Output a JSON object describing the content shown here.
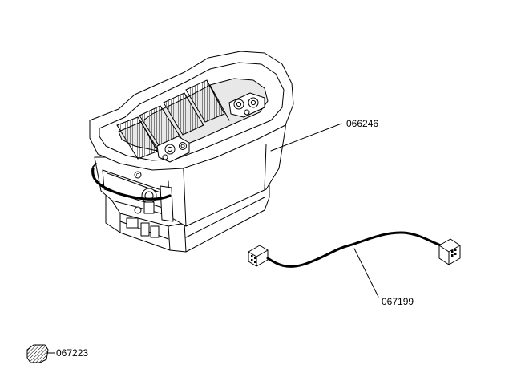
{
  "parts": [
    {
      "number": "066246"
    },
    {
      "number": "067199"
    },
    {
      "number": "067223"
    }
  ]
}
